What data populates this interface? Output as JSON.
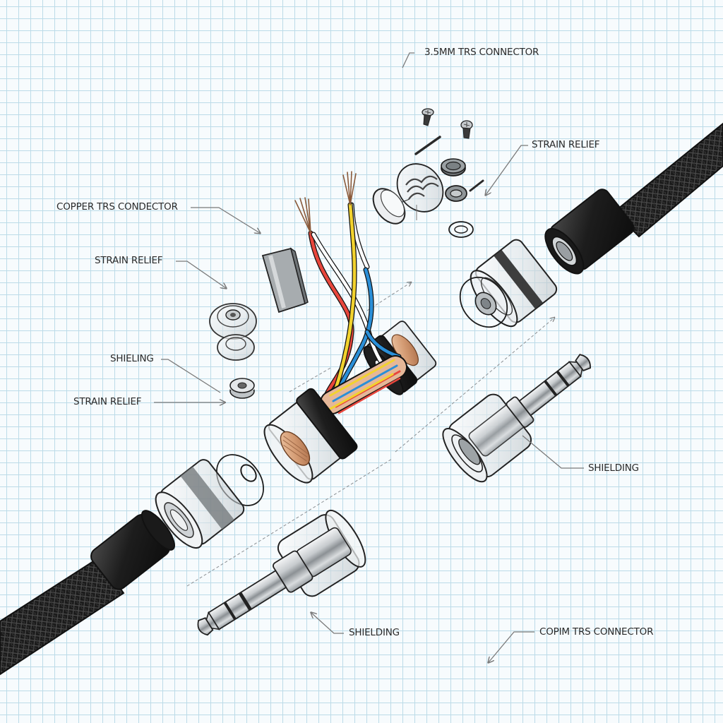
{
  "diagram": {
    "title": "Exploded view of braided audio cable with 3.5mm TRS connectors",
    "labels": [
      {
        "id": "label-3-5mm-trs-connector",
        "text": "3.5MM TRS CONNECTOR"
      },
      {
        "id": "label-strain-relief-top-right",
        "text": "STRAIN RELIEF"
      },
      {
        "id": "label-copper-trs-conductor",
        "text": "COPPER TRS CONDECTOR"
      },
      {
        "id": "label-strain-relief-left",
        "text": "STRAIN RELIEF"
      },
      {
        "id": "label-shieling",
        "text": "SHIELING"
      },
      {
        "id": "label-strain-relief-lower-left",
        "text": "STRAIN RELIEF"
      },
      {
        "id": "label-shielding-right",
        "text": "SHIELDING"
      },
      {
        "id": "label-shielding-bottom",
        "text": "SHIELDING"
      },
      {
        "id": "label-copim-trs-connector",
        "text": "COPIM TRS CONNECTOR"
      }
    ],
    "components": [
      "braided-cable-upper-right",
      "black-strain-relief-boot-upper",
      "clear-housing-upper",
      "o-ring-spring-upper",
      "screws",
      "washers",
      "clear-spring-cap",
      "wires-red-white-yellow-blue",
      "copper-core",
      "black-ferrite-rings",
      "clear-housing-center",
      "metal-shim",
      "clear-bushings-left",
      "trs-plug-right",
      "trs-plug-bottom",
      "clear-housing-lower",
      "black-strain-relief-boot-lower",
      "braided-cable-lower-left"
    ],
    "colors": {
      "grid": "#bcdbe8",
      "paper": "#f7fbfd",
      "wire_red": "#e8463c",
      "wire_white": "#ffffff",
      "wire_yellow": "#f2d22e",
      "wire_blue": "#2a8fd8",
      "copper": "#d9a27c",
      "rubber": "#1e1e1e",
      "chrome": "#c9cdd1"
    }
  }
}
